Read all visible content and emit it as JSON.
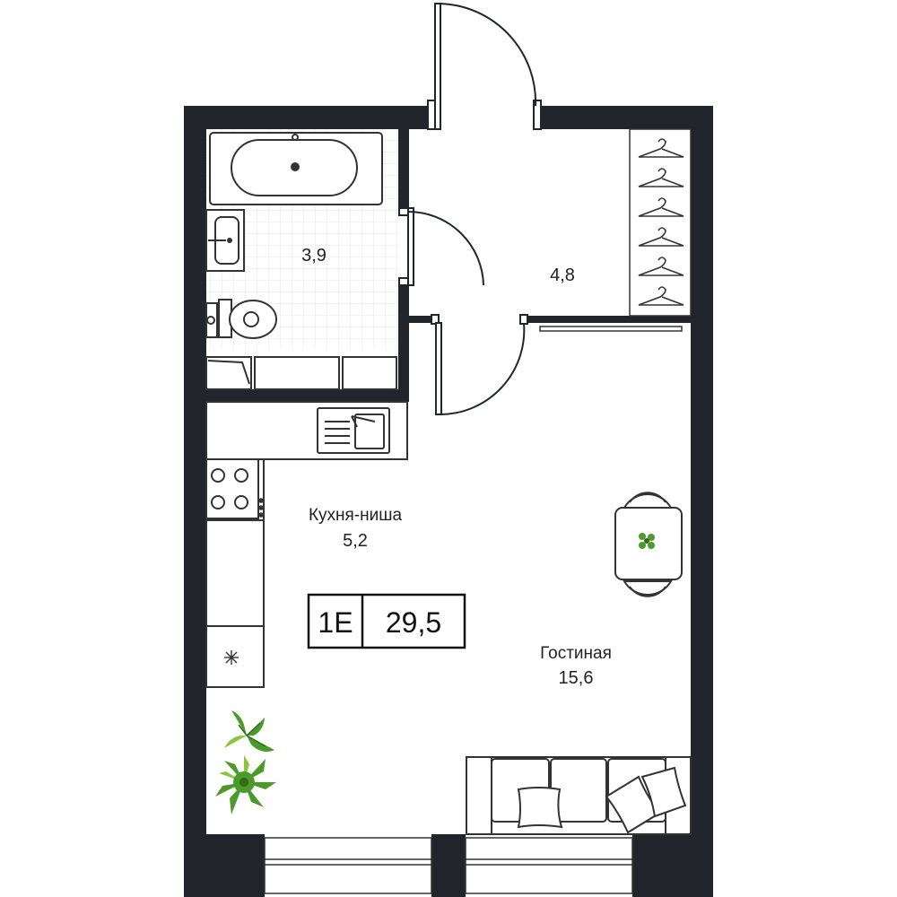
{
  "colors": {
    "wall": "#22252b",
    "fixture_stroke": "#333333",
    "tile": "#e6e6e6",
    "plant": "#4c9a2a",
    "plant_dark": "#2f6a17",
    "plant_light": "#8cc63f"
  },
  "rooms": {
    "bathroom": {
      "area": "3,9"
    },
    "hallway": {
      "area": "4,8"
    },
    "kitchen": {
      "name": "Кухня-ниша",
      "area": "5,2"
    },
    "living": {
      "name": "Гостиная",
      "area": "15,6"
    }
  },
  "badge": {
    "code": "1E",
    "total_area": "29,5"
  },
  "icons": {
    "hangers": "coat-hanger-icon",
    "freezer": "snowflake-icon",
    "plant": "plant-icon"
  },
  "hanger_count": 6
}
